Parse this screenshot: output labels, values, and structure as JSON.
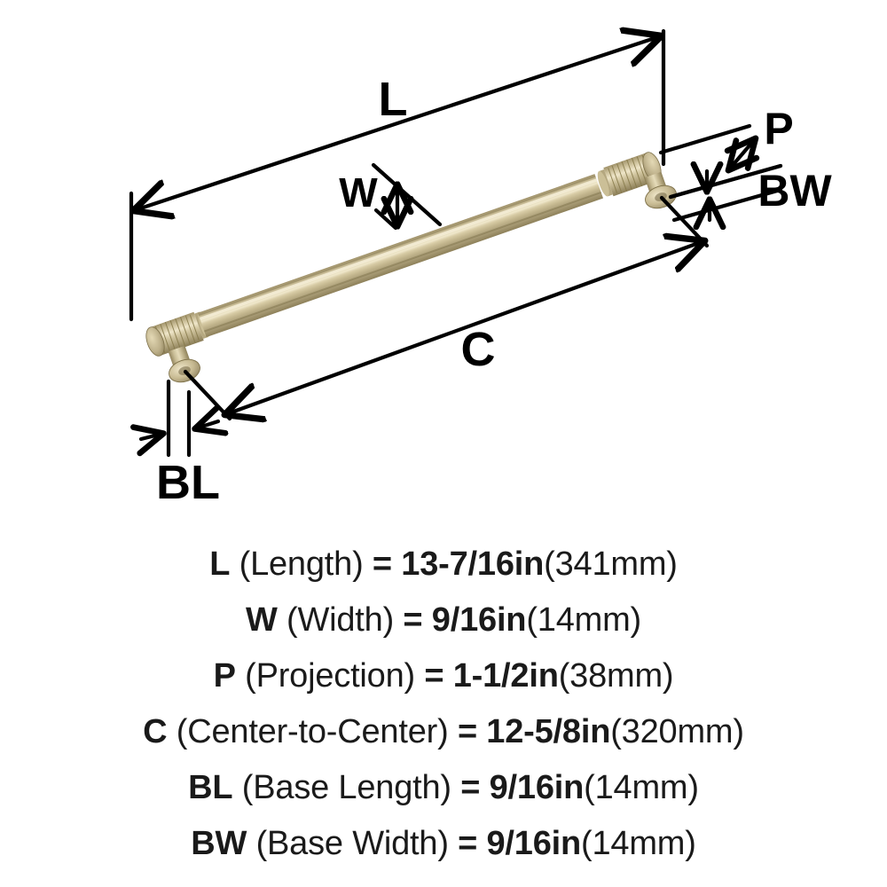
{
  "diagram": {
    "title": "cabinet-pull-dimension-drawing",
    "product_color_hex": "#c9bc8f",
    "line_color_hex": "#000000",
    "background_hex": "#ffffff",
    "labels": [
      {
        "key": "L",
        "text": "L"
      },
      {
        "key": "W",
        "text": "W"
      },
      {
        "key": "P",
        "text": "P"
      },
      {
        "key": "C",
        "text": "C"
      },
      {
        "key": "BL",
        "text": "BL"
      },
      {
        "key": "BW",
        "text": "BW"
      }
    ]
  },
  "specs": [
    {
      "symbol": "L",
      "name": "(Length)",
      "equals": "=",
      "imperial": "13-7/16in",
      "metric": "(341mm)"
    },
    {
      "symbol": "W",
      "name": "(Width)",
      "equals": "=",
      "imperial": "9/16in",
      "metric": "(14mm)"
    },
    {
      "symbol": "P",
      "name": "(Projection)",
      "equals": "=",
      "imperial": "1-1/2in",
      "metric": "(38mm)"
    },
    {
      "symbol": "C",
      "name": "(Center-to-Center)",
      "equals": "=",
      "imperial": "12-5/8in",
      "metric": "(320mm)"
    },
    {
      "symbol": "BL",
      "name": "(Base Length)",
      "equals": "=",
      "imperial": "9/16in",
      "metric": "(14mm)"
    },
    {
      "symbol": "BW",
      "name": "(Base Width)",
      "equals": "=",
      "imperial": "9/16in",
      "metric": "(14mm)"
    }
  ]
}
